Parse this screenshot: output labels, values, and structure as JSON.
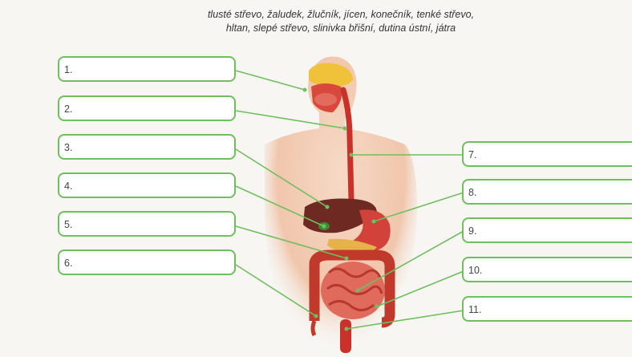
{
  "word_bank": {
    "line1": "tlusté střevo, žaludek, žlučník, jícen, konečník, tenké střevo,",
    "line2": "hltan, slepé střevo, slinivka břišní, dutina ústní, játra"
  },
  "labels": {
    "n1": "1.",
    "n2": "2.",
    "n3": "3.",
    "n4": "4.",
    "n5": "5.",
    "n6": "6.",
    "n7": "7.",
    "n8": "8.",
    "n9": "9.",
    "n10": "10.",
    "n11": "11."
  },
  "colors": {
    "box_border": "#6fbf5e",
    "leader_line": "#6fbf5e",
    "skin": "#f2c9b0",
    "organ_red": "#c8322a"
  }
}
